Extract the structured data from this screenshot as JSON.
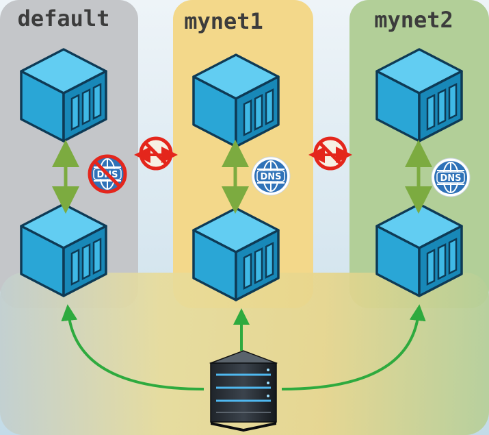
{
  "networks": [
    {
      "label": "default",
      "dns_enabled": false
    },
    {
      "label": "mynet1",
      "dns_enabled": true
    },
    {
      "label": "mynet2",
      "dns_enabled": true
    }
  ],
  "badges": {
    "dns_label": "DNS"
  },
  "colors": {
    "default_panel": "#c4c6c9",
    "mynet1_panel": "#f3d88a",
    "mynet2_panel": "#b2cf98",
    "container_front": "#2aa6d6",
    "container_top": "#62cdf2",
    "container_side": "#1888b8",
    "link_arrow": "#7cab40",
    "host_arrow": "#2eaa3e",
    "block_red": "#e4261c",
    "dns_blue": "#2f72b8"
  },
  "icons": {
    "container": "container-cube-icon",
    "dns": "dns-globe-icon",
    "no_dns": "dns-disabled-icon",
    "blocked": "blocked-link-icon",
    "host": "server-host-icon"
  }
}
